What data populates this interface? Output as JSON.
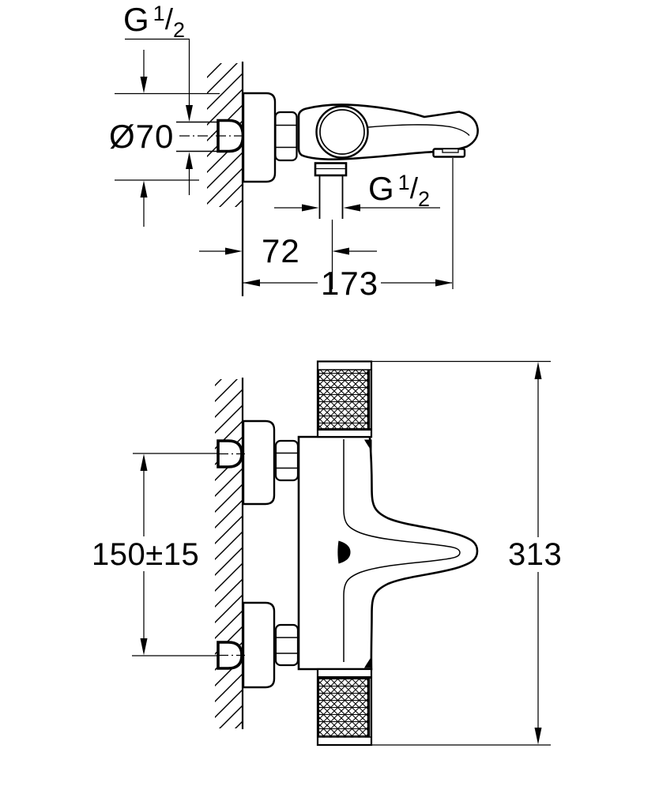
{
  "drawing": {
    "type": "technical-dimension-drawing",
    "views": {
      "top": "side view of wall-mounted bath spout with shower outlet",
      "front": "front view of wall-mounted thermostatic mixer with two knurled handles"
    },
    "symbols": {
      "spout_mark": "water-drop"
    },
    "colors": {
      "ink": "#000000",
      "paper": "#ffffff"
    }
  },
  "labels": {
    "thread": {
      "letter": "G",
      "numerator": "1",
      "slash": "/",
      "denominator": "2"
    },
    "flange_diameter": "Ø70",
    "wall_to_outlet": "72",
    "wall_to_spout_end": "173",
    "inlet_centers": "150±15",
    "overall_height": "313"
  }
}
